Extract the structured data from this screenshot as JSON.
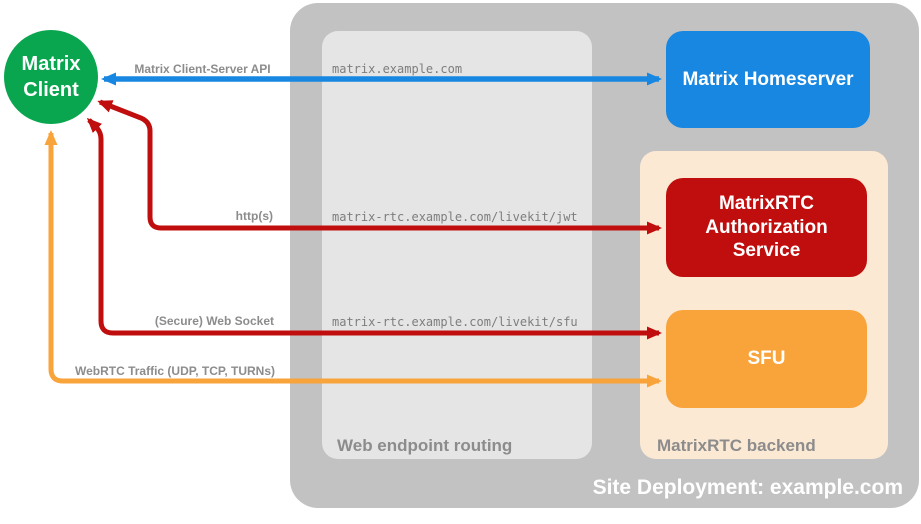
{
  "client": {
    "label": "Matrix Client"
  },
  "deployment": {
    "label": "Site Deployment: example.com",
    "homeserver": {
      "label": "Matrix Homeserver"
    },
    "routing": {
      "label": "Web endpoint routing",
      "endpoints": [
        "matrix.example.com",
        "matrix-rtc.example.com/livekit/jwt",
        "matrix-rtc.example.com/livekit/sfu"
      ]
    },
    "backend": {
      "label": "MatrixRTC backend",
      "auth_service": {
        "label": "MatrixRTC Authorization Service"
      },
      "sfu": {
        "label": "SFU"
      }
    }
  },
  "connections": [
    {
      "label": "Matrix Client-Server API",
      "color": "#1787e1",
      "from": "Matrix Client",
      "to": "Matrix Homeserver",
      "bidirectional": true
    },
    {
      "label": "http(s)",
      "color": "#c00d0d",
      "from": "Matrix Client",
      "to": "MatrixRTC Authorization Service",
      "bidirectional": true
    },
    {
      "label": "(Secure) Web Socket",
      "color": "#c00d0d",
      "from": "Matrix Client",
      "to": "SFU",
      "bidirectional": true
    },
    {
      "label": "WebRTC Traffic (UDP, TCP, TURNs)",
      "color": "#f9a33b",
      "from": "Matrix Client",
      "to": "SFU",
      "bidirectional": true
    }
  ],
  "colors": {
    "client_green": "#0aa64f",
    "homeserver_blue": "#1787e1",
    "auth_red": "#c00d0d",
    "sfu_orange": "#f9a33b",
    "backend_peach": "#fce9d4",
    "deployment_gray": "#c2c2c2",
    "routing_gray": "#e5e5e5",
    "label_gray": "#8c8c8c",
    "endpoint_text_gray": "#7d7d7d"
  }
}
